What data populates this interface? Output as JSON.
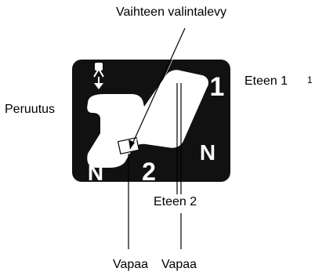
{
  "labels": {
    "top": "Vaihteen valintalevy",
    "left": "Peruutus",
    "right": "Eteen 1",
    "middle": "Eteen 2",
    "bottom_left": "Vapaa",
    "bottom_right": "Vapaa",
    "edge_fragment": "1"
  },
  "plate": {
    "gear_1": "1",
    "gear_2": "2",
    "neutral_left": "N",
    "neutral_right": "N",
    "symbol_icon": "reverse-shuttle-icon"
  },
  "colors": {
    "plate": "#111111",
    "slot": "#ffffff",
    "line": "#000000"
  }
}
